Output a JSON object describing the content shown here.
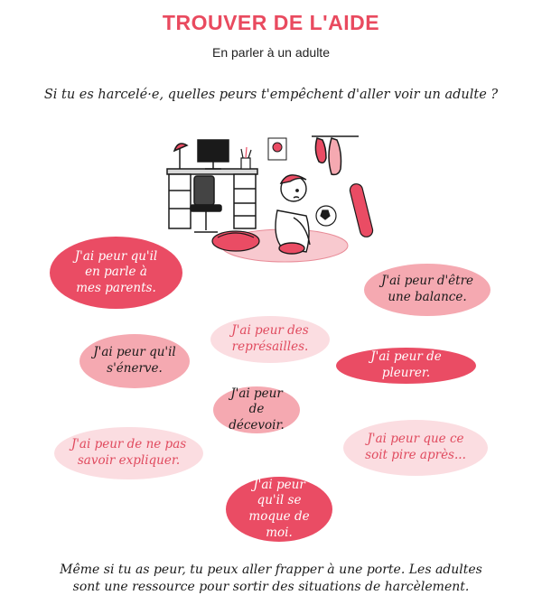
{
  "header": {
    "title": "TROUVER DE L'AIDE",
    "subtitle": "En parler à un adulte"
  },
  "question": "Si tu es harcelé·e, quelles peurs t'empêchent d'aller voir un adulte ?",
  "illustration": {
    "description_icon": "child-sitting-in-bedroom-illustration",
    "colors": {
      "accent": "#ea4c64",
      "outline": "#1a1a1a",
      "rug": "#f8c9cf"
    }
  },
  "bubbles": [
    {
      "id": "parents",
      "text": "J'ai peur qu'il en parle à mes parents.",
      "style": "dark"
    },
    {
      "id": "balance",
      "text": "J'ai peur d'être une balance.",
      "style": "mid"
    },
    {
      "id": "represailles",
      "text": "J'ai peur des représailles.",
      "style": "light"
    },
    {
      "id": "enerve",
      "text": "J'ai peur qu'il s'énerve.",
      "style": "mid"
    },
    {
      "id": "pleurer",
      "text": "J'ai peur de pleurer.",
      "style": "dark"
    },
    {
      "id": "decevoir",
      "text": "J'ai peur de décevoir.",
      "style": "mid"
    },
    {
      "id": "expliquer",
      "text": "J'ai peur de ne pas savoir expliquer.",
      "style": "light"
    },
    {
      "id": "pire",
      "text": "J'ai peur que ce soit pire après...",
      "style": "light"
    },
    {
      "id": "moque",
      "text": "J'ai peur qu'il se moque de moi.",
      "style": "dark"
    }
  ],
  "footer": {
    "line1": "Même si tu as peur, tu peux aller frapper à une porte. Les adultes",
    "line2": "sont une ressource pour sortir des situations de harcèlement."
  },
  "colors": {
    "title": "#e94a5f",
    "bubble_dark": "#ea4c64",
    "bubble_mid": "#f5a9b1",
    "bubble_light": "#fbdde1"
  }
}
